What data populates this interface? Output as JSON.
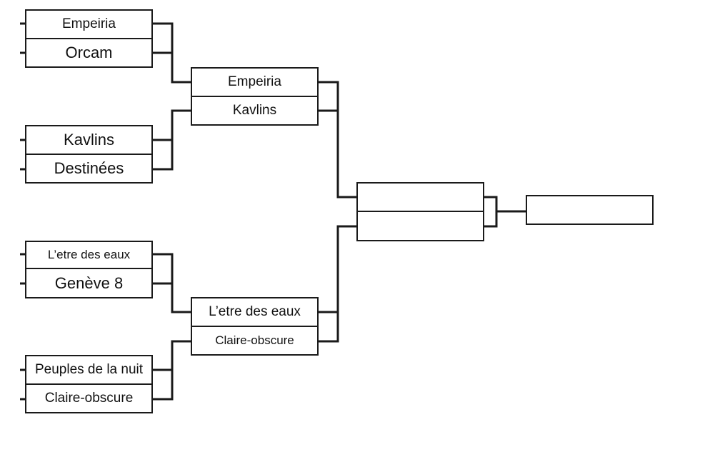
{
  "bracket": {
    "round1": {
      "match1": {
        "top": "Empeiria",
        "bottom": "Orcam"
      },
      "match2": {
        "top": "Kavlins",
        "bottom": "Destinées"
      },
      "match3": {
        "top": "L’etre des eaux",
        "bottom": "Genève 8"
      },
      "match4": {
        "top": "Peuples de la nuit",
        "bottom": "Claire-obscure"
      }
    },
    "semifinals": {
      "match1": {
        "top": "Empeiria",
        "bottom": "Kavlins"
      },
      "match2": {
        "top": "L’etre des eaux",
        "bottom": "Claire-obscure"
      }
    },
    "final": {
      "top": "",
      "bottom": ""
    },
    "winner": ""
  },
  "colors": {
    "line": "#1a1a1a",
    "background": "#ffffff"
  }
}
